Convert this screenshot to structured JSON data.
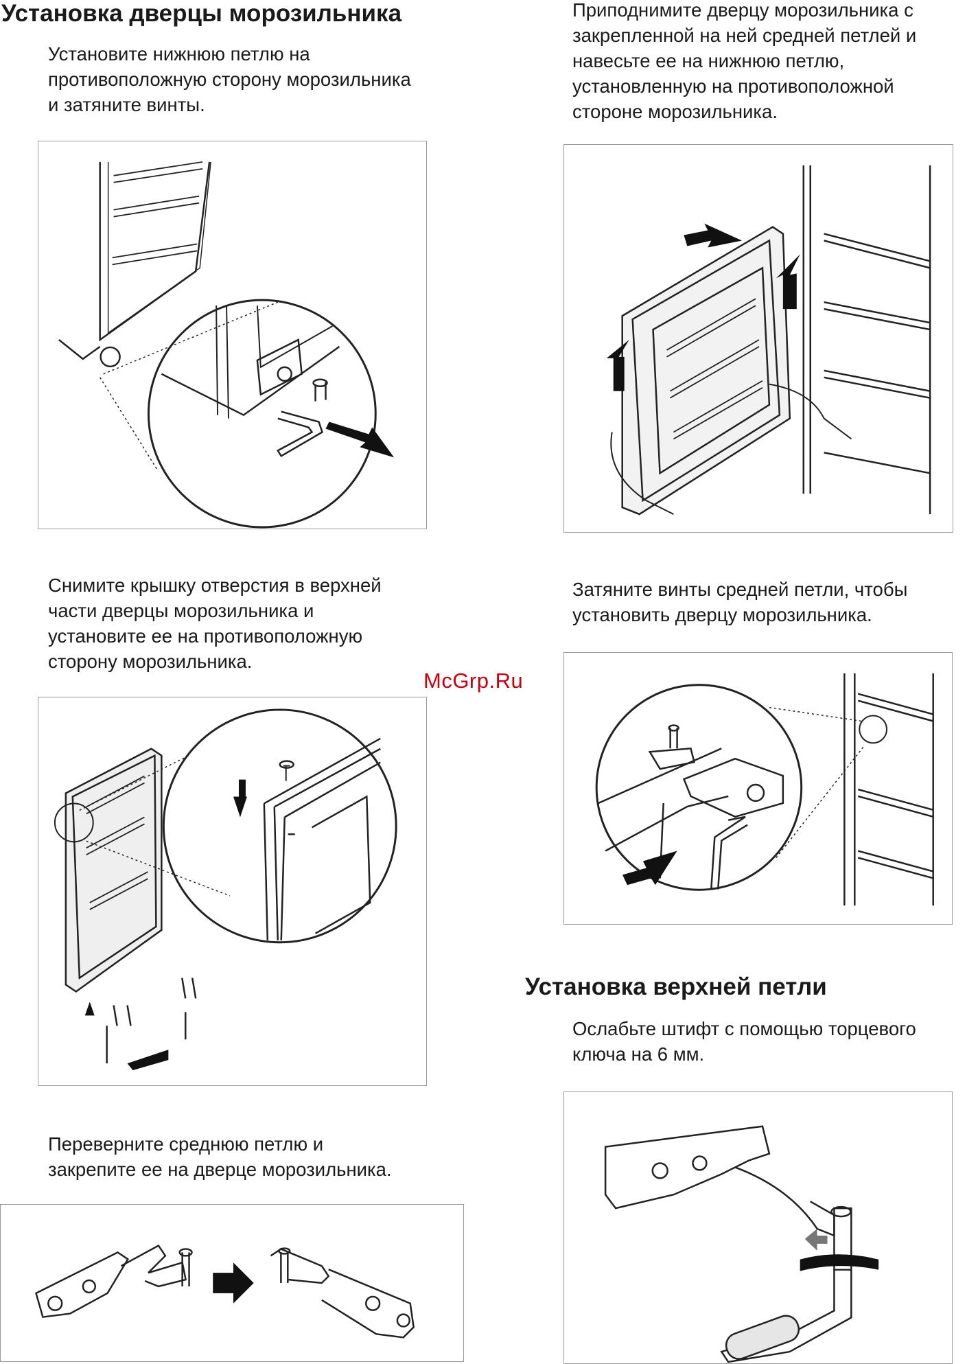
{
  "section1": {
    "title": "Установка дверцы морозильника",
    "step1": "Установите нижнюю петлю       на\nпротивоположную сторону морозильника\nи затяните винты.",
    "step2": "Приподнимите дверцу морозильника с\nзакрепленной на ней средней петлей и\nнавесьте ее на нижнюю петлю,\nустановленную на противоположной\nстороне морозильника.",
    "step3": "Снимите крышку отверстия в верхней\nчасти дверцы морозильника и\nустановите ее на противоположную\nсторону морозильника.",
    "step4": "Затяните винты средней петли, чтобы\nустановить дверцу морозильника.",
    "step5": "Переверните среднюю петлю и\nзакрепите ее на дверце морозильника."
  },
  "section2": {
    "title": "Установка верхней петли",
    "step1": "Ослабьте штифт с помощью торцевого\nключа на 6 мм."
  },
  "watermark": "McGrp.Ru",
  "colors": {
    "watermark": "#c8000f",
    "arrow": "#111111",
    "line": "#222222"
  }
}
